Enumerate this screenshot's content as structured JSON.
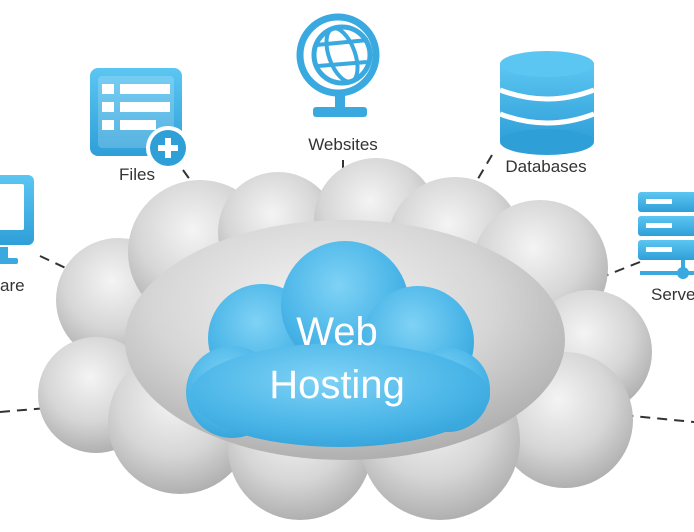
{
  "center": {
    "line1": "Web",
    "line2": "Hosting"
  },
  "nodes": {
    "files": {
      "label": "Files",
      "icon": "file-add-icon"
    },
    "websites": {
      "label": "Websites",
      "icon": "globe-icon"
    },
    "databases": {
      "label": "Databases",
      "icon": "database-icon"
    },
    "servers": {
      "label": "Serve",
      "icon": "server-icon"
    },
    "software": {
      "label": "are",
      "icon": "monitor-icon"
    }
  },
  "colors": {
    "accent": "#3aa9e0",
    "accent_light": "#5cc3ef",
    "cloud_gray": "#c9c9c9",
    "line": "#333333"
  }
}
